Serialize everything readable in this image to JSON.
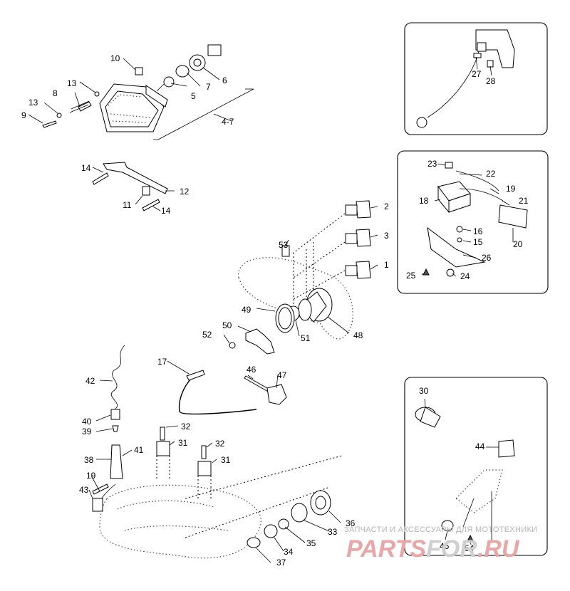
{
  "callouts": {
    "c1": "1",
    "c2": "2",
    "c3": "3",
    "c4_7": "4-7",
    "c5": "5",
    "c6": "6",
    "c7": "7",
    "c8": "8",
    "c9": "9",
    "c10": "10",
    "c11": "11",
    "c12": "12",
    "c13a": "13",
    "c13b": "13",
    "c14a": "14",
    "c14b": "14",
    "c15": "15",
    "c16": "16",
    "c17": "17",
    "c18": "18",
    "c19a": "19",
    "c19b": "19",
    "c20": "20",
    "c21": "21",
    "c22": "22",
    "c23": "23",
    "c24": "24",
    "c25": "25",
    "c26": "26",
    "c27": "27",
    "c28": "28",
    "c30": "30",
    "c31a": "31",
    "c31b": "31",
    "c32a": "32",
    "c32b": "32",
    "c33": "33",
    "c34": "34",
    "c35": "35",
    "c36": "36",
    "c37": "37",
    "c38": "38",
    "c39": "39",
    "c40": "40",
    "c41": "41",
    "c42": "42",
    "c43": "43",
    "c44": "44",
    "c45": "45",
    "c46": "46",
    "c47": "47",
    "c48": "48",
    "c49": "49",
    "c50": "50",
    "c51": "51",
    "c52": "52",
    "c53": "53",
    "c54": "54"
  },
  "watermark": {
    "tagline": "ЗАПЧАСТИ И АКСЕССУАРЫ ДЛЯ МОТОТЕХНИКИ",
    "logo_part1": "PARTS",
    "logo_part2": "FOR",
    "logo_part3": ".RU"
  }
}
